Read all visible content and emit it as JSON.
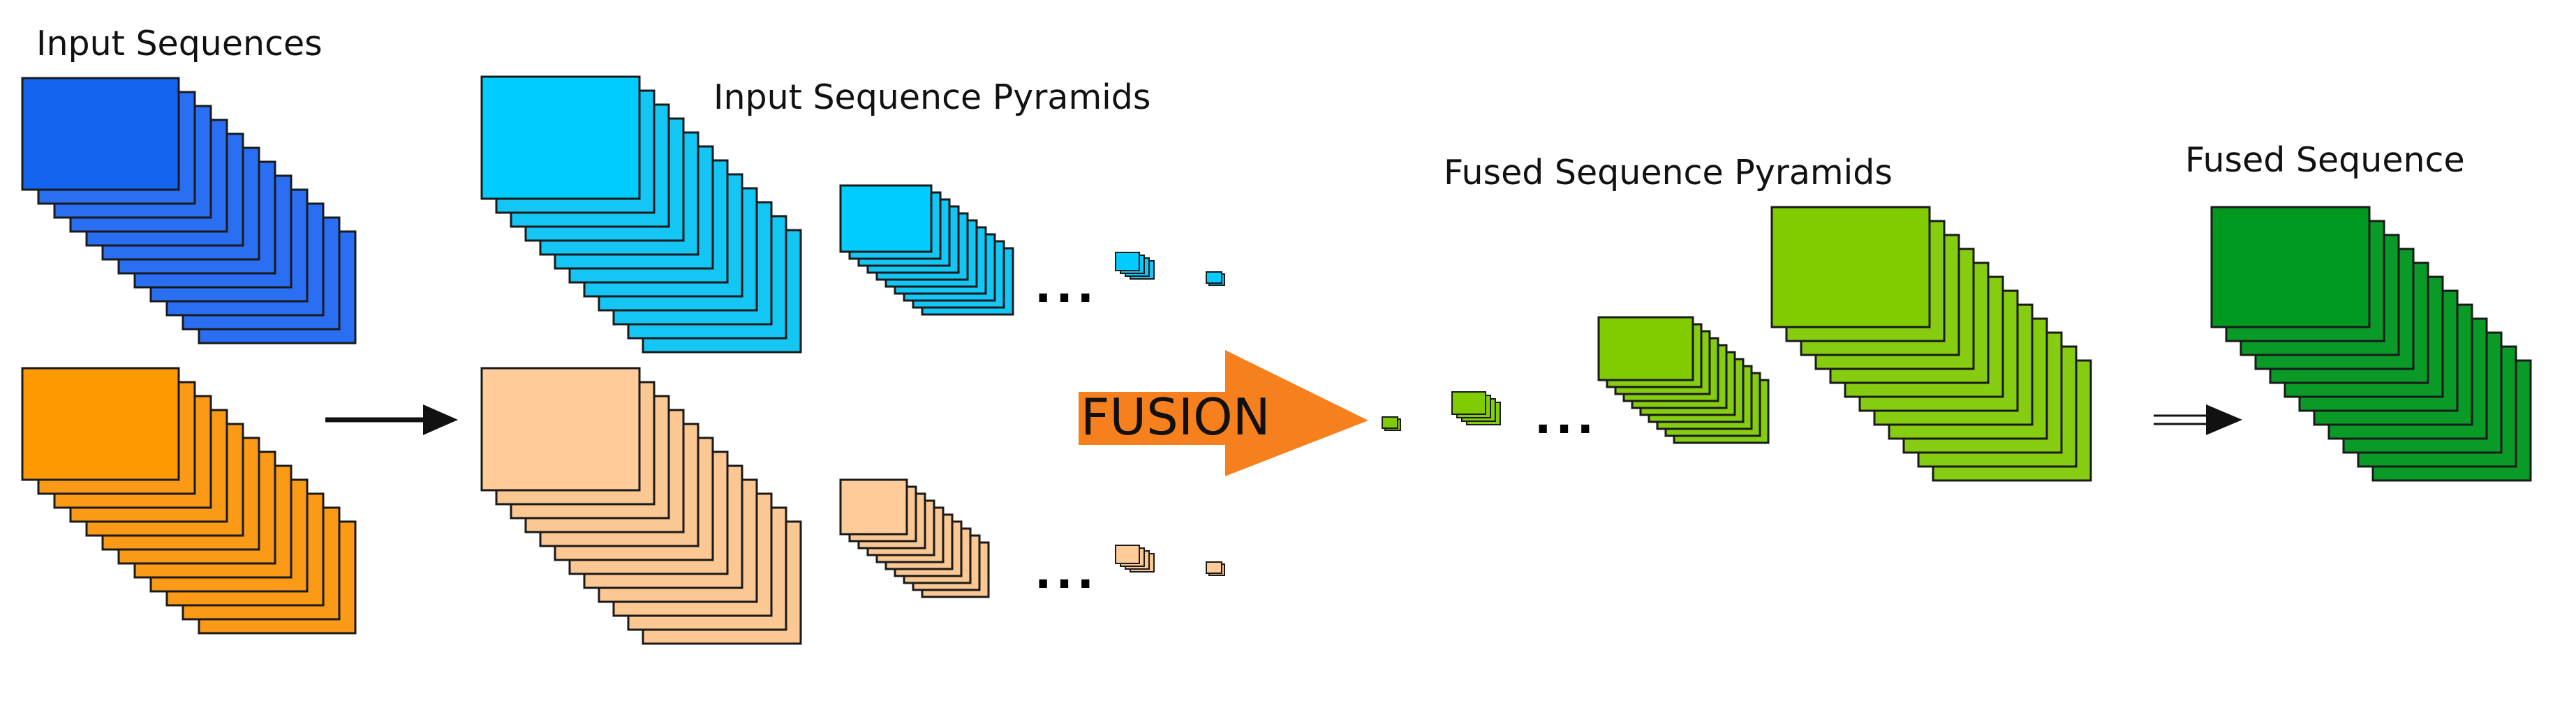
{
  "labels": {
    "input_sequences": "Input Sequences",
    "input_pyramids": "Input Sequence Pyramids",
    "fused_pyramids": "Fused Sequence Pyramids",
    "fused_sequence": "Fused Sequence",
    "fusion": "FUSION",
    "ellipsis": "..."
  },
  "colors": {
    "blue_front": "#1464f0",
    "blue_stack": "#2a6ff2",
    "cyan_front": "#00ccff",
    "cyan_stack": "#14c6f4",
    "orange_front": "#ff9900",
    "orange_stack": "#fb9a16",
    "peach_front": "#ffcc99",
    "peach_stack": "#fbc793",
    "lime_front": "#80cc00",
    "lime_stack": "#86cc10",
    "green_front": "#009920",
    "green_stack": "#0a9a28",
    "fusion_arrow": "#f7801e",
    "outline": "#1a1a1a"
  }
}
